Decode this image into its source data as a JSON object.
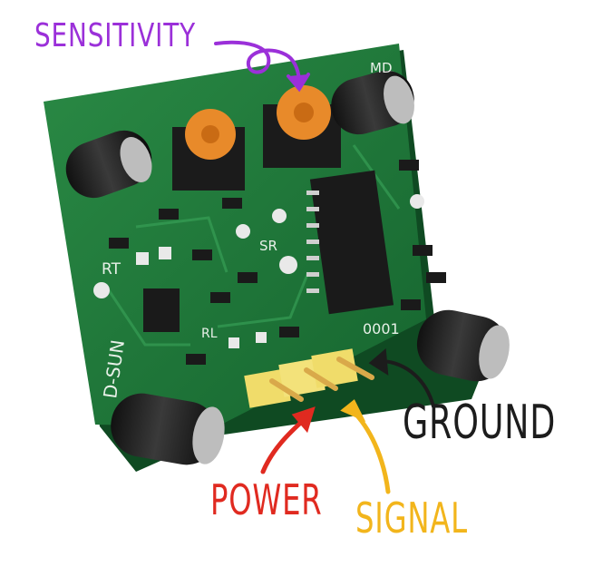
{
  "labels": {
    "sensitivity": "SENSITIVITY",
    "ground": "GROUND",
    "power": "POWER",
    "signal": "SIGNAL"
  },
  "board_text": {
    "brand": "D-SUN",
    "md": "MD",
    "rt": "RT",
    "sr": "SR",
    "rl": "RL",
    "code": "0001"
  },
  "colors": {
    "sensitivity": "#9b30d9",
    "ground": "#1c1c1c",
    "power": "#e02a20",
    "signal": "#f2b51c",
    "pcb": "#1f7a3a",
    "pcb_dark": "#155c2a"
  }
}
